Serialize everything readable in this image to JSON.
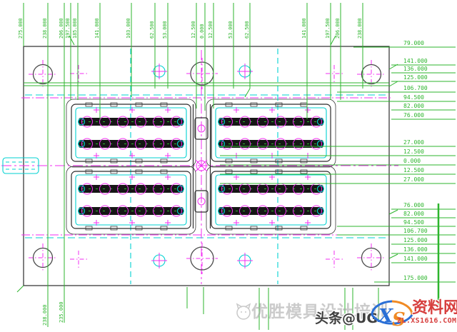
{
  "colors": {
    "dimension_green": "#2db52d",
    "centerline_magenta": "#f22ef2",
    "hardware_cyan": "#00d2d2",
    "line_black": "#2b2b2b",
    "logo_red": "#d7403f",
    "logo_blue": "#2a6fd6",
    "logo_orange": "#f08a24"
  },
  "drawing": {
    "top_dims": [
      "275.000",
      "238.000",
      "206.000",
      "197.500",
      "185.000",
      "141.000",
      "103.000",
      "62.500",
      "53.000",
      "12.500",
      "0.000",
      "12.500",
      "53.000",
      "62.500",
      "141.000",
      "197.500",
      "206.000",
      "238.000"
    ],
    "right_dims": [
      "79.000",
      "141.000",
      "136.000",
      "125.000",
      "106.700",
      "94.500",
      "82.000",
      "76.000",
      "27.000",
      "12.500",
      "0.000",
      "12.500",
      "27.000",
      "76.000",
      "82.000",
      "94.500",
      "106.700",
      "125.000",
      "136.000",
      "141.000",
      "175.000"
    ],
    "bottom_dims": [
      "238.000",
      "235.000"
    ]
  },
  "watermarks": {
    "training_text": "优胜模具设计培训",
    "toutiao_text": "头条@UG",
    "logo_letter_x": "X",
    "logo_letter_s": "S",
    "site_name": "资料网",
    "site_url": "ZL.XS1616.COM"
  }
}
